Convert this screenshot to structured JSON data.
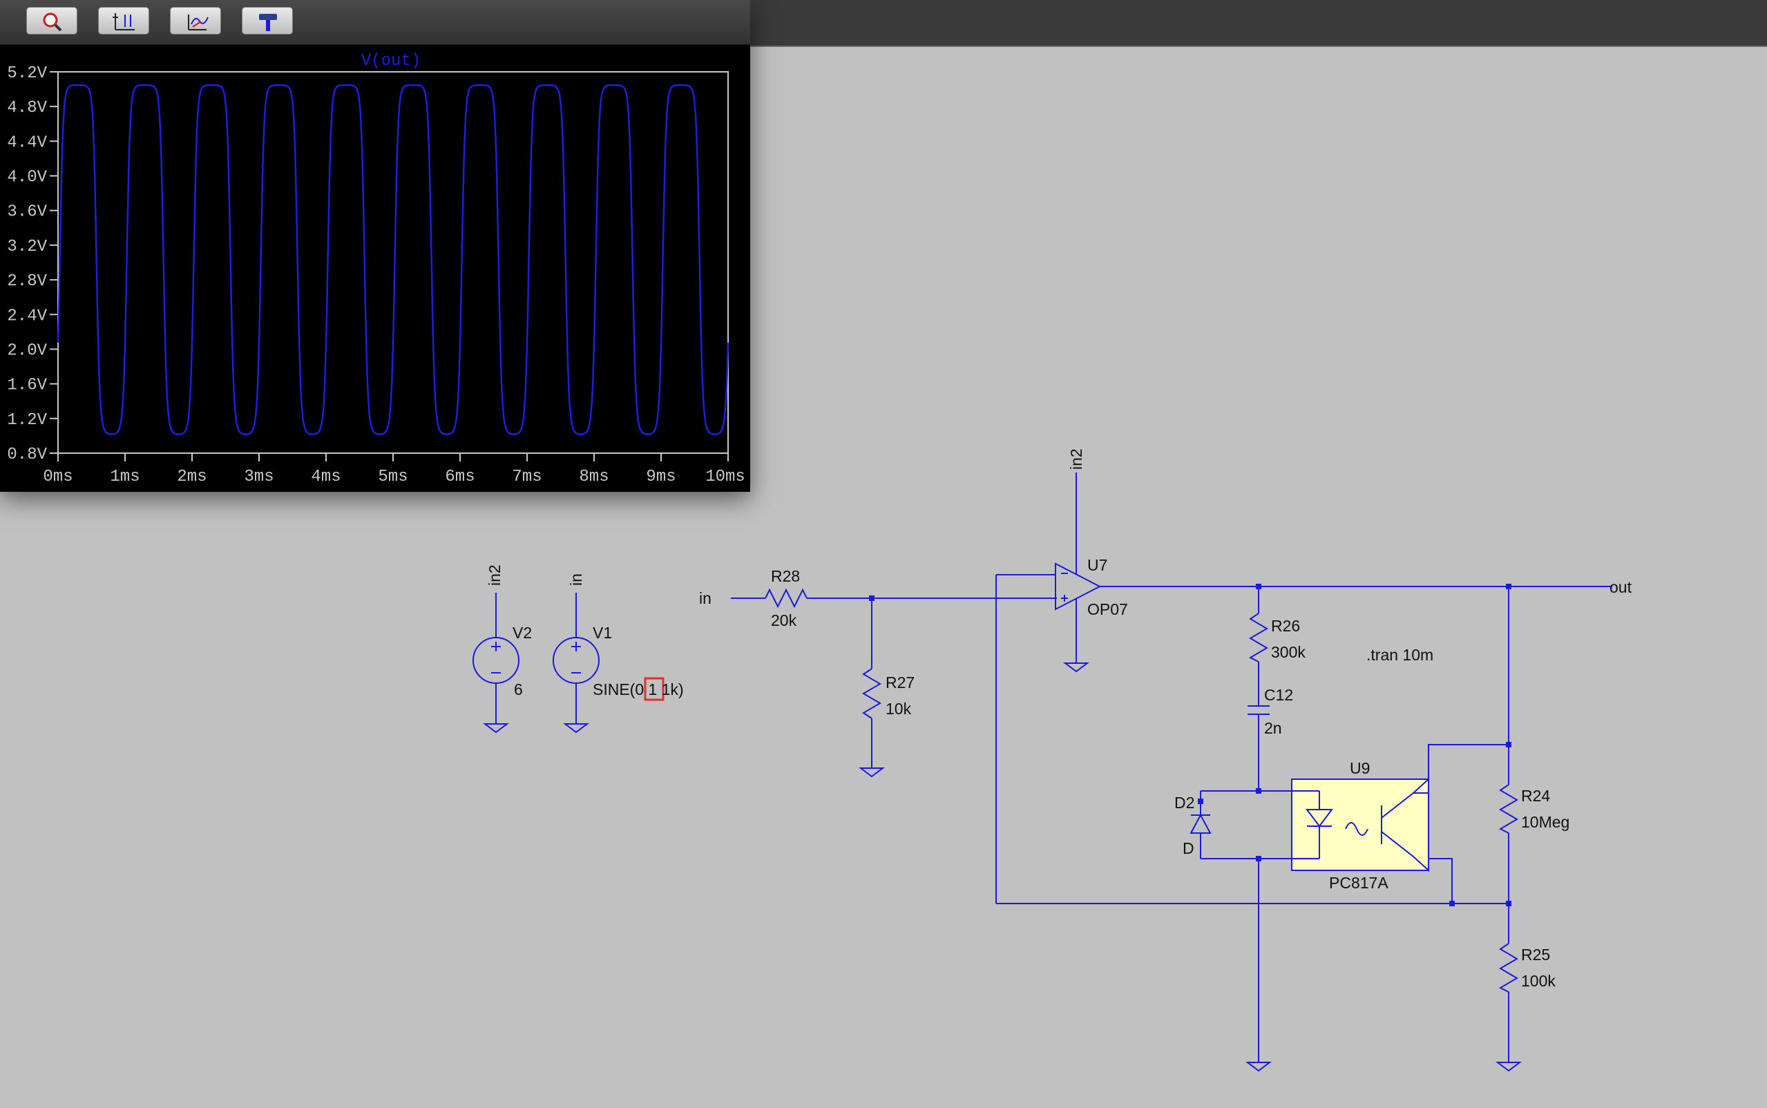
{
  "window": {
    "toolbar": {
      "buttons": [
        {
          "id": "zoom",
          "icon": "zoom-magnifier-icon"
        },
        {
          "id": "autorange",
          "icon": "autorange-axes-icon"
        },
        {
          "id": "pick",
          "icon": "pick-trace-icon"
        },
        {
          "id": "probe",
          "icon": "probe-hammer-icon"
        }
      ]
    }
  },
  "plot": {
    "trace_label": "V(out)",
    "y_ticks": [
      "5.2V",
      "4.8V",
      "4.4V",
      "4.0V",
      "3.6V",
      "3.2V",
      "2.8V",
      "2.4V",
      "2.0V",
      "1.6V",
      "1.2V",
      "0.8V"
    ],
    "x_ticks": [
      "0ms",
      "1ms",
      "2ms",
      "3ms",
      "4ms",
      "5ms",
      "6ms",
      "7ms",
      "8ms",
      "9ms",
      "10ms"
    ],
    "colors": {
      "background": "#000000",
      "trace": "#1e1ee0",
      "axis": "#c8c8c8",
      "label": "#c8c8c8"
    }
  },
  "chart_data": {
    "type": "line",
    "title": "",
    "series": [
      {
        "name": "V(out)",
        "shape": "square-like wave, high ~5.05V, low ~1.0V, period ~1ms"
      }
    ],
    "x_unit": "ms",
    "xlim": [
      0,
      10
    ],
    "ylim": [
      0.8,
      5.2
    ],
    "y_high": 5.05,
    "y_low": 1.0,
    "period_ms": 1.0,
    "grid": false
  },
  "schematic": {
    "colors": {
      "wire": "#1a1adb",
      "text": "#111111",
      "optocoupler_fill": "#ffffc4",
      "flag_highlight": "#e03030"
    },
    "labels": {
      "v2_ref": "V2",
      "v2_val": "6",
      "v2_net": "in2",
      "v1_ref": "V1",
      "v1_net": "in",
      "v1_val_pre": "SINE(0 ",
      "v1_val_hl": "1",
      "v1_val_post": " 1k)",
      "net_in": "in",
      "r28_ref": "R28",
      "r28_val": "20k",
      "r27_ref": "R27",
      "r27_val": "10k",
      "u7_ref": "U7",
      "u7_val": "OP07",
      "u7_net": "in2",
      "r26_ref": "R26",
      "r26_val": "300k",
      "c12_ref": "C12",
      "c12_val": "2n",
      "tran": ".tran 10m",
      "net_out": "out",
      "u9_ref": "U9",
      "u9_val": "PC817A",
      "d2_ref": "D2",
      "d2_val": "D",
      "r24_ref": "R24",
      "r24_val": "10Meg",
      "r25_ref": "R25",
      "r25_val": "100k"
    }
  }
}
